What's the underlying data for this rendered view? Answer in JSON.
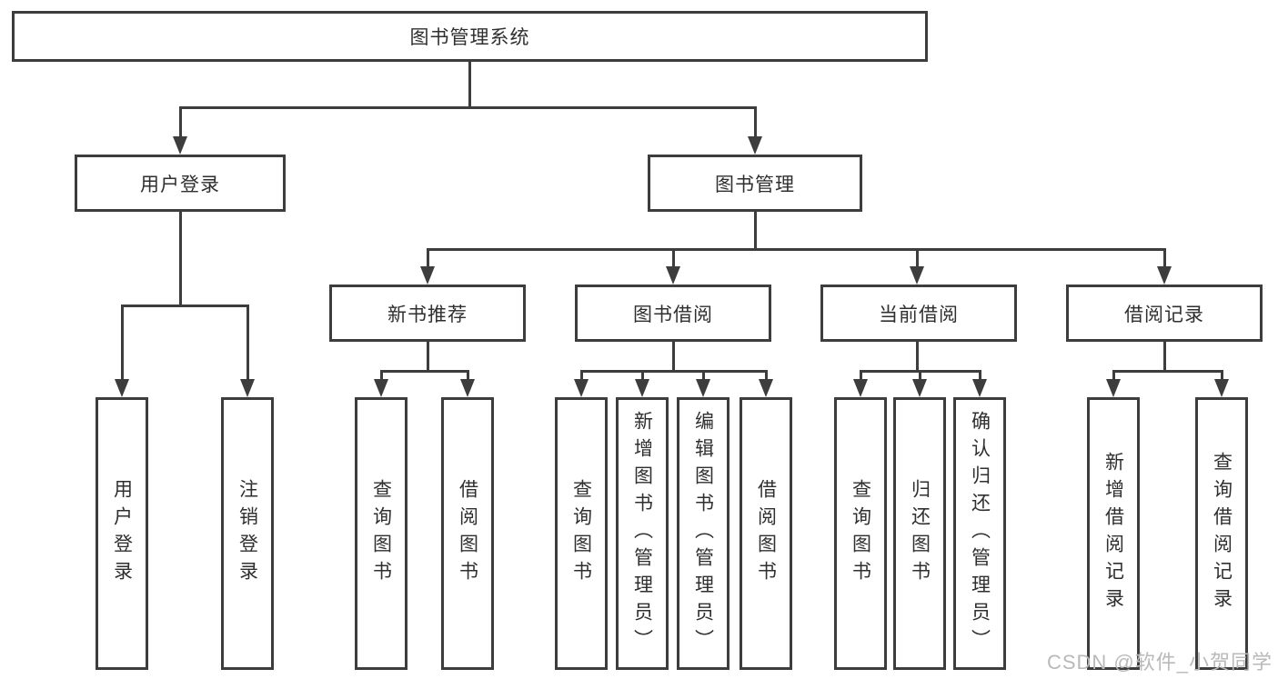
{
  "tree": {
    "label": "图书管理系统",
    "children": [
      {
        "label": "用户登录",
        "children": [
          {
            "label": "用户登录"
          },
          {
            "label": "注销登录"
          }
        ]
      },
      {
        "label": "图书管理",
        "children": [
          {
            "label": "新书推荐",
            "children": [
              {
                "label": "查询图书"
              },
              {
                "label": "借阅图书"
              }
            ]
          },
          {
            "label": "图书借阅",
            "children": [
              {
                "label": "查询图书"
              },
              {
                "label": "新增图书（管理员）"
              },
              {
                "label": "编辑图书（管理员）"
              },
              {
                "label": "借阅图书"
              }
            ]
          },
          {
            "label": "当前借阅",
            "children": [
              {
                "label": "查询图书"
              },
              {
                "label": "归还图书"
              },
              {
                "label": "确认归还（管理员）"
              }
            ]
          },
          {
            "label": "借阅记录",
            "children": [
              {
                "label": "新增借阅记录"
              },
              {
                "label": "查询借阅记录"
              }
            ]
          }
        ]
      }
    ]
  },
  "watermark": {
    "text": "CSDN @软件_小贺同学"
  },
  "colors": {
    "line": "#3d3d3d",
    "text": "#2f2f2f",
    "watermark": "#b9b9b9",
    "background": "#ffffff"
  }
}
